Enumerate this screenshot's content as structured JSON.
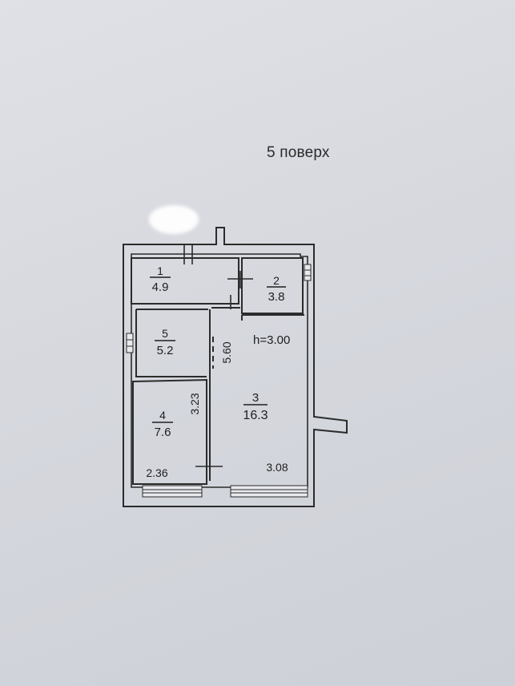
{
  "floor_label": "5 поверх",
  "ceiling_height": "h=3.00",
  "rooms": [
    {
      "number": "1",
      "area": "4.9"
    },
    {
      "number": "2",
      "area": "3.8"
    },
    {
      "number": "3",
      "area": "16.3"
    },
    {
      "number": "4",
      "area": "7.6"
    },
    {
      "number": "5",
      "area": "5.2"
    }
  ],
  "dimensions": {
    "length_main": "5.60",
    "length_room4": "3.23",
    "width_room4": "2.36",
    "width_room3": "3.08"
  },
  "colors": {
    "wall": "#2b2b2b",
    "paper": "#dcdee3"
  }
}
